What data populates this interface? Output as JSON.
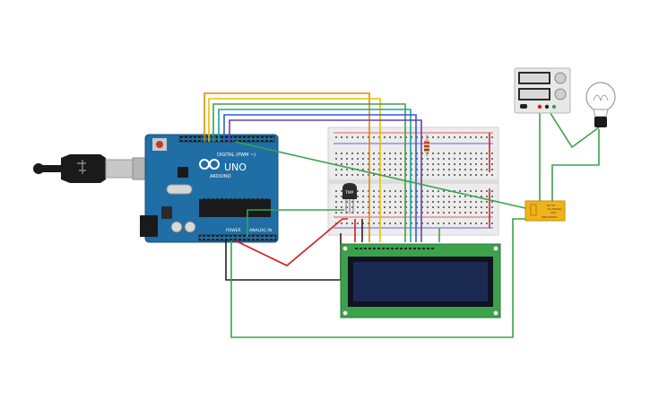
{
  "arduino": {
    "brand": "ARDUINO",
    "model": "UNO",
    "digital_label": "DIGITAL (PWM ~)",
    "power_label": "POWER",
    "analog_label": "ANALOG IN",
    "color": "#1f6ea5"
  },
  "sensor": {
    "label": "TMP"
  },
  "relay": {
    "text_lines": [
      "DC 5V",
      "7A 250VAC",
      "10A",
      "SRD-05VDC"
    ],
    "color": "#f2b21b"
  },
  "lcd": {
    "pcb_color": "#3aa24a",
    "screen_color": "#1b2a52"
  },
  "wire_colors": {
    "orange": "#e08a00",
    "yellow": "#e6c200",
    "green": "#3aa24a",
    "teal": "#1aa39a",
    "blue": "#2f5fd0",
    "purple": "#6a3fb5",
    "red": "#d21d1d",
    "black": "#222222"
  }
}
